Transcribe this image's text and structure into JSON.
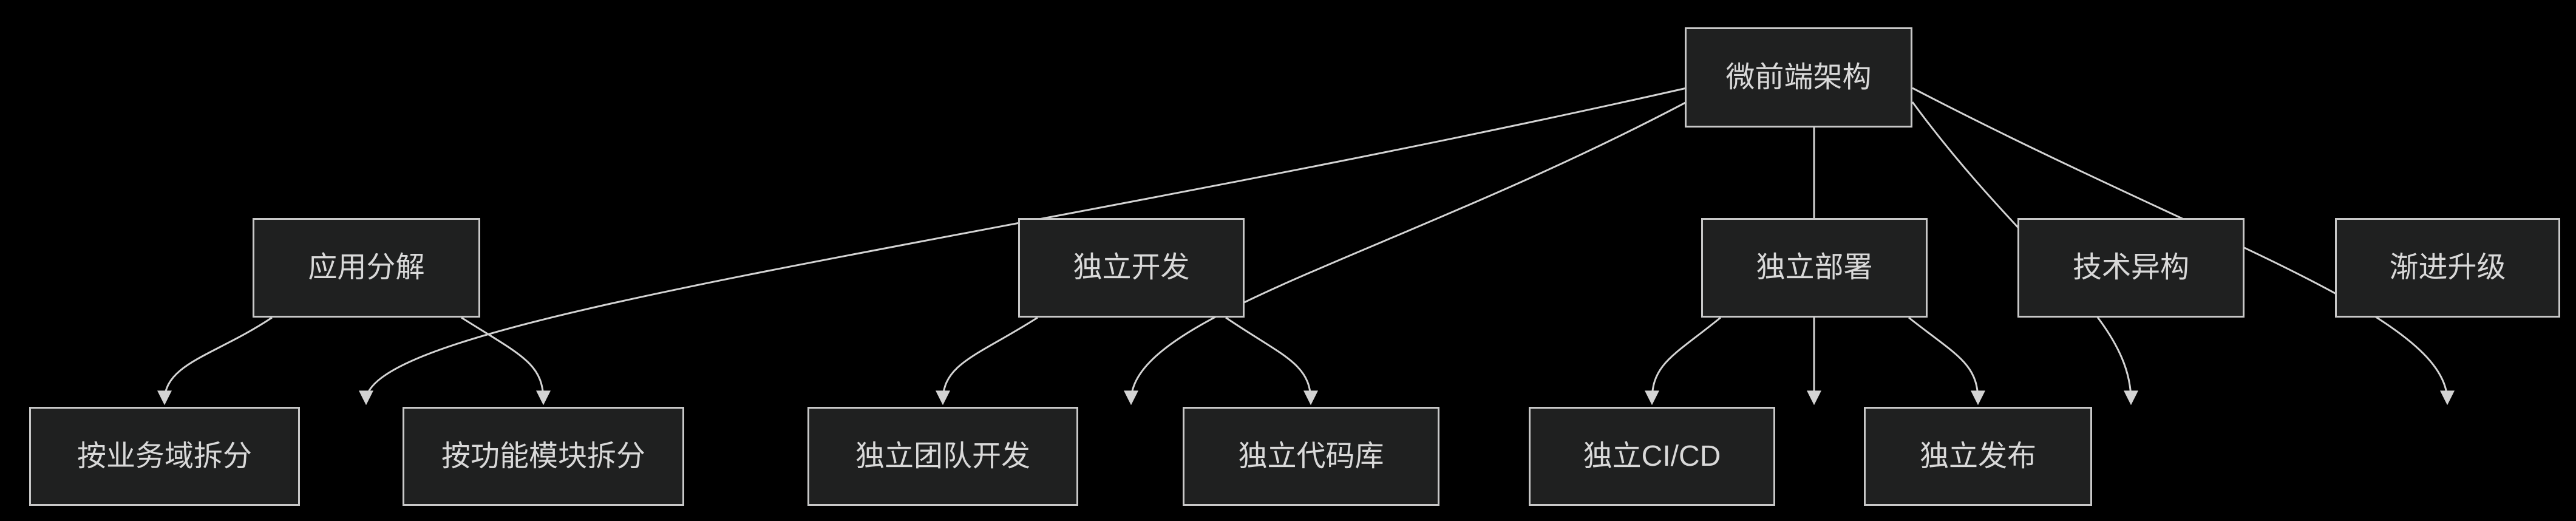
{
  "diagram": {
    "type": "flowchart",
    "direction": "top-down",
    "root_label": "微前端架构"
  },
  "nodes": [
    {
      "id": "root",
      "label": "微前端架构"
    },
    {
      "id": "app",
      "label": "应用分解"
    },
    {
      "id": "dev",
      "label": "独立开发"
    },
    {
      "id": "deploy",
      "label": "独立部署"
    },
    {
      "id": "tech",
      "label": "技术异构"
    },
    {
      "id": "upgrade",
      "label": "渐进升级"
    },
    {
      "id": "biz",
      "label": "按业务域拆分"
    },
    {
      "id": "func",
      "label": "按功能模块拆分"
    },
    {
      "id": "team",
      "label": "独立团队开发"
    },
    {
      "id": "repo",
      "label": "独立代码库"
    },
    {
      "id": "cicd",
      "label": "独立CI/CD"
    },
    {
      "id": "release",
      "label": "独立发布"
    }
  ],
  "edges": [
    {
      "from": "root",
      "to": "app"
    },
    {
      "from": "root",
      "to": "dev"
    },
    {
      "from": "root",
      "to": "deploy"
    },
    {
      "from": "root",
      "to": "tech"
    },
    {
      "from": "root",
      "to": "upgrade"
    },
    {
      "from": "app",
      "to": "biz"
    },
    {
      "from": "app",
      "to": "func"
    },
    {
      "from": "dev",
      "to": "team"
    },
    {
      "from": "dev",
      "to": "repo"
    },
    {
      "from": "deploy",
      "to": "cicd"
    },
    {
      "from": "deploy",
      "to": "release"
    }
  ],
  "colors": {
    "background": "#000000",
    "node_fill": "#1f2020",
    "node_border": "#c8c8c8",
    "node_text": "#d9d9d9",
    "edge_line": "#d3d3d3"
  }
}
